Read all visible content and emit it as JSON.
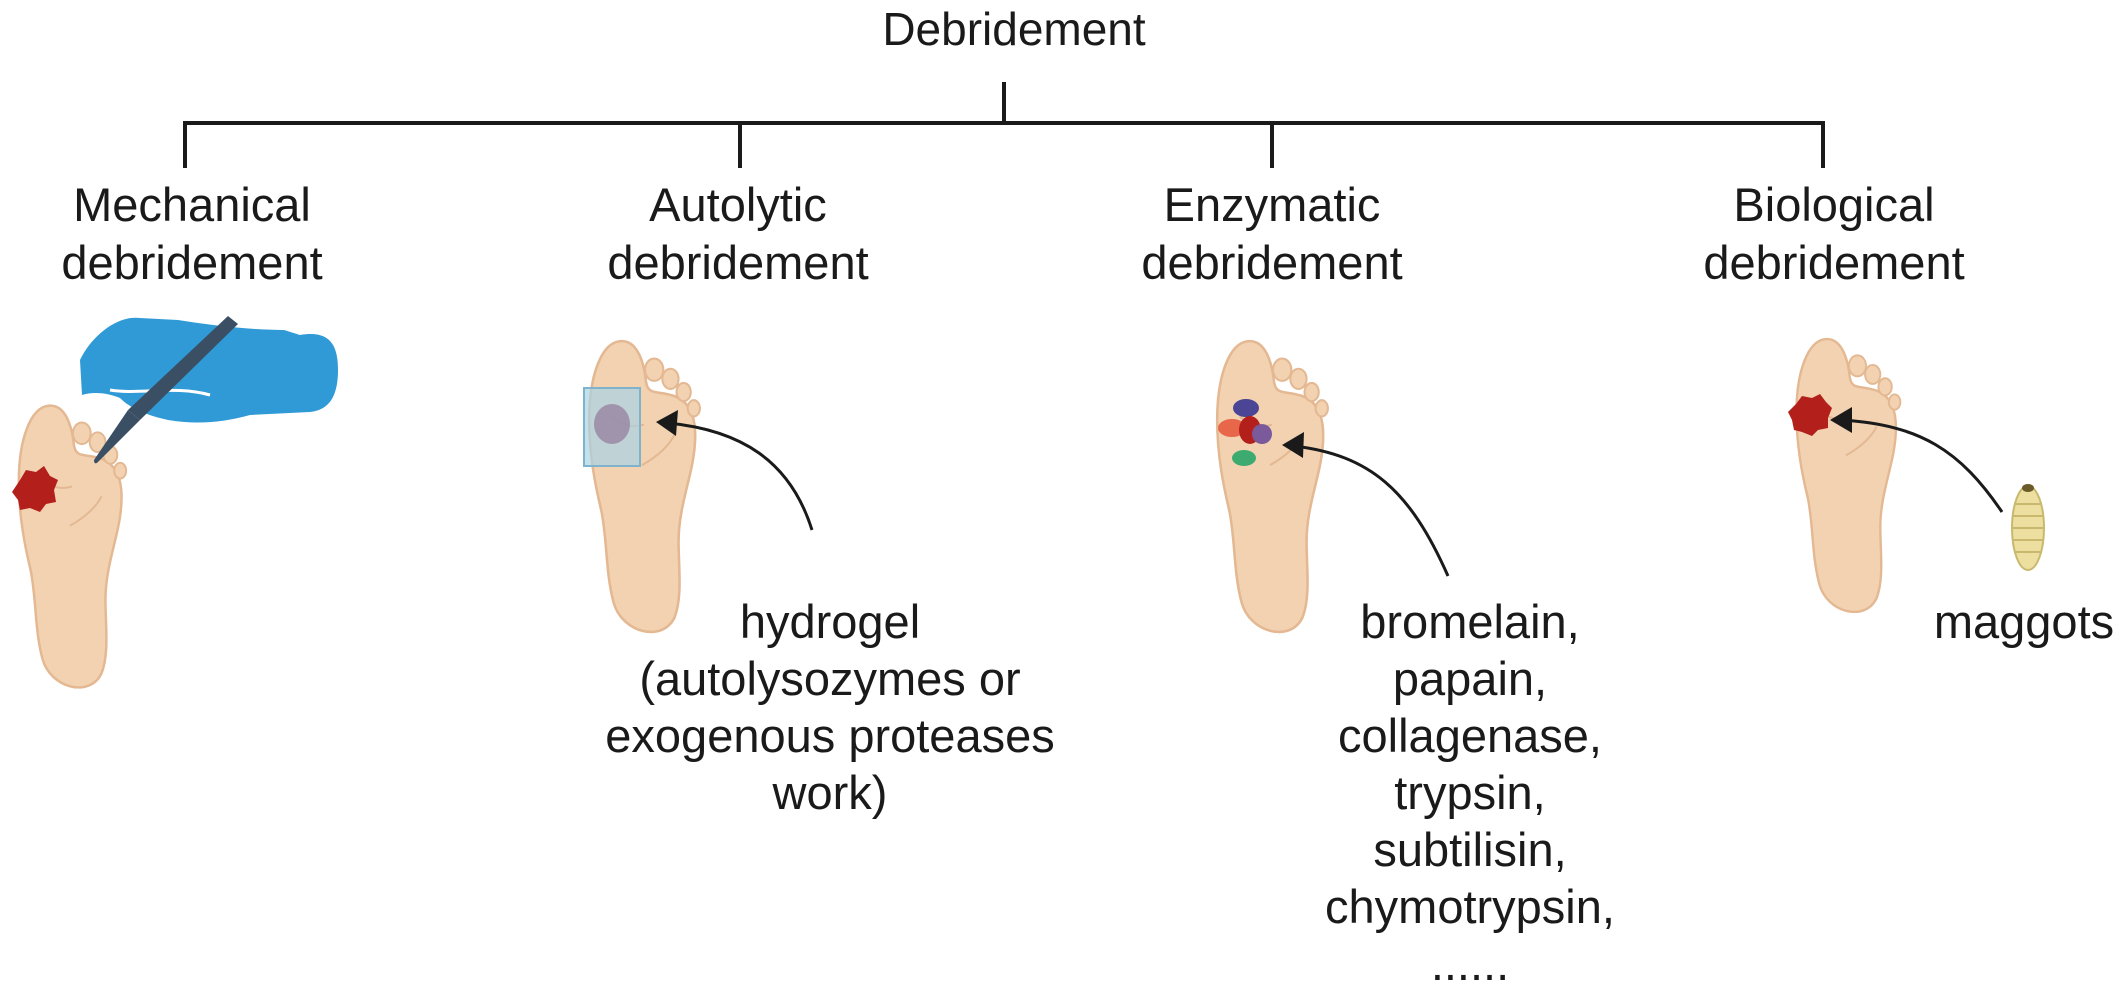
{
  "title": "Debridement",
  "branches": [
    {
      "label_line1": "Mechanical",
      "label_line2": "debridement",
      "agent_lines": []
    },
    {
      "label_line1": "Autolytic",
      "label_line2": "debridement",
      "agent_lines": [
        "hydrogel",
        "(autolysozymes or",
        "exogenous proteases",
        "work)"
      ]
    },
    {
      "label_line1": "Enzymatic",
      "label_line2": "debridement",
      "agent_lines": [
        "bromelain,",
        "papain,",
        "collagenase,",
        "trypsin,",
        "subtilisin,",
        "chymotrypsin,",
        "......"
      ]
    },
    {
      "label_line1": "Biological",
      "label_line2": "debridement",
      "agent_lines": [
        "maggots"
      ]
    }
  ],
  "icons": [
    "foot-icon",
    "wound-icon",
    "scalpel-icon",
    "gloved-hand-icon",
    "hydrogel-dressing-icon",
    "enzymes-icon",
    "maggot-icon",
    "arrow-icon"
  ],
  "colors": {
    "line": "#1a1a1a",
    "skin": "#f2d2b1",
    "skin_shade": "#e3b892",
    "wound": "#b3201c",
    "glove": "#2f9ad6",
    "scalpel": "#3a4f63",
    "hydrogel": "#a9d3e6",
    "maggot": "#ecdf9f"
  }
}
